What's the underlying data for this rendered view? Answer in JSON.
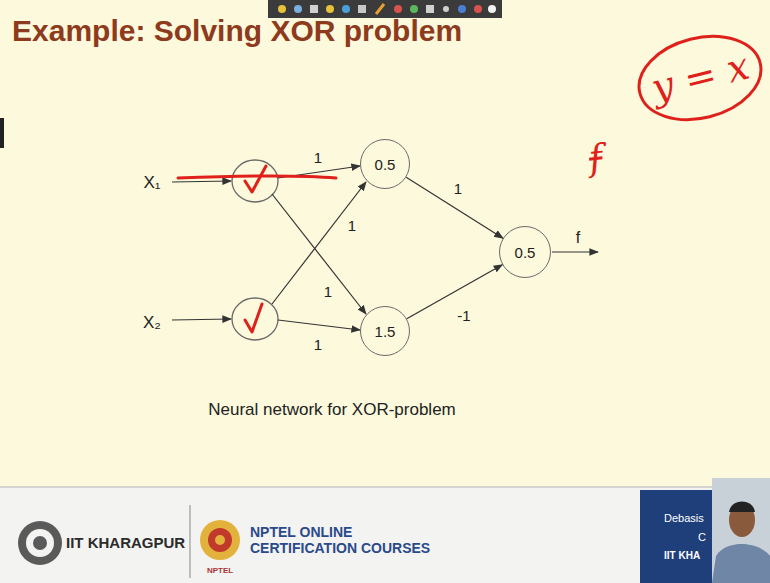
{
  "diagram": {
    "title": "Example: Solving XOR problem",
    "caption": "Neural network for XOR-problem",
    "nodes": [
      {
        "text": [
          "0.5"
        ]
      },
      {
        "text": [
          "1.5"
        ]
      },
      {
        "text": [
          "0.5"
        ]
      }
    ],
    "edges": [
      {
        "from": 0,
        "to": 2,
        "label": "1",
        "arrow": "to"
      },
      {
        "from": 1,
        "to": 2,
        "label": "-1",
        "arrow": "to"
      }
    ],
    "labels": [
      "X₁",
      "X₂",
      "1",
      "1",
      "1",
      "1",
      "f",
      "f",
      "y = x",
      "IIT KHARAGPUR",
      "NPTEL ONLINE CERTIFICATION COURSES",
      "NPTEL",
      "Debasis",
      "C",
      "IIT KHA"
    ]
  }
}
